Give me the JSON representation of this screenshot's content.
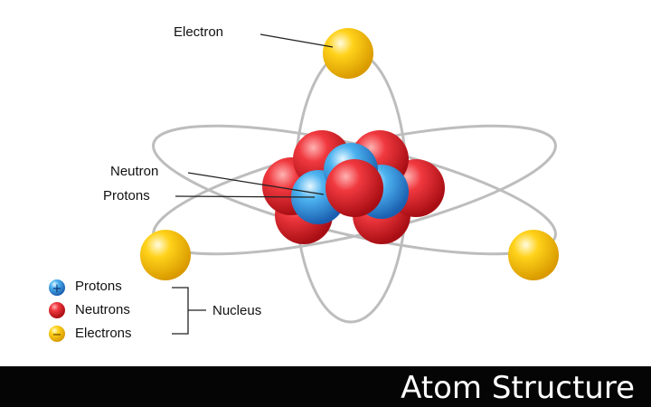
{
  "labels": {
    "electron": "Electron",
    "neutron": "Neutron",
    "protons": "Protons"
  },
  "legend": {
    "items": [
      {
        "label": "Protons",
        "symbol": "+",
        "color": "#3aa7e8"
      },
      {
        "label": "Neutrons",
        "symbol": "",
        "color": "#e0242c"
      },
      {
        "label": "Electrons",
        "symbol": "−",
        "color": "#f5c400"
      }
    ],
    "group_label": "Nucleus"
  },
  "footer": {
    "title": "Atom Structure"
  },
  "colors": {
    "proton": "#3aa7e8",
    "neutron": "#e0242c",
    "electron": "#f5c400",
    "orbit": "#bdbdbd",
    "footer_bg": "#050505"
  }
}
